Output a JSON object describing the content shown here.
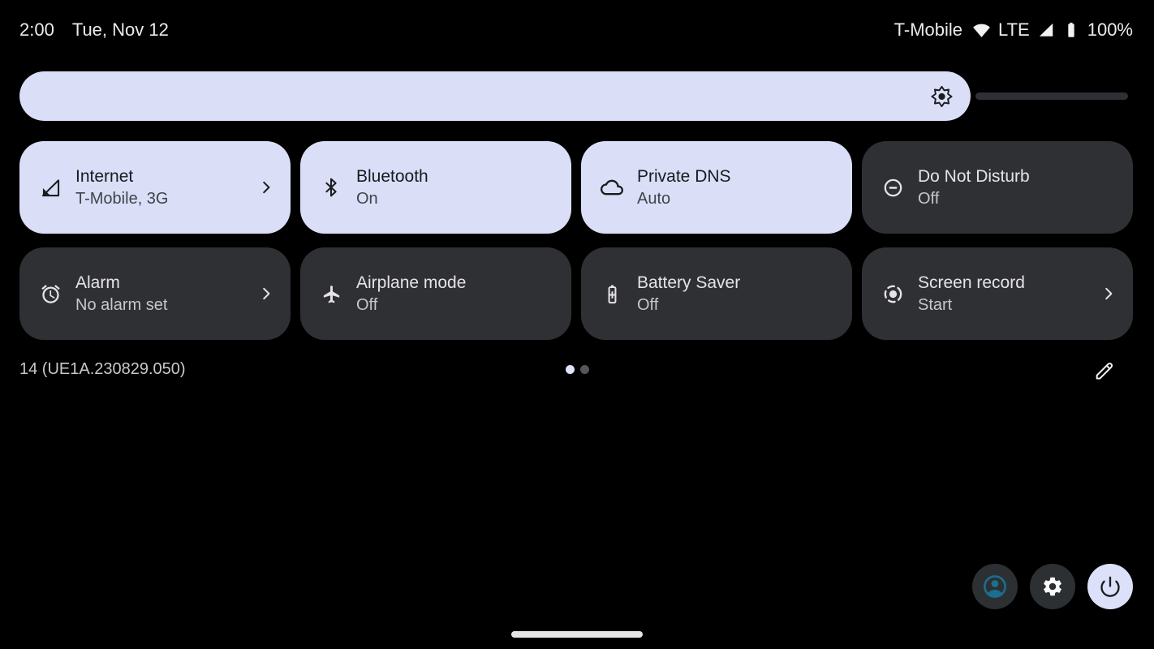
{
  "status_bar": {
    "time": "2:00",
    "date": "Tue, Nov 12",
    "carrier": "T-Mobile",
    "network_type": "LTE",
    "battery_percent": "100%"
  },
  "brightness_slider": {
    "value_ratio": 0.87,
    "icon": "brightness-icon"
  },
  "tiles": [
    {
      "title": "Internet",
      "subtitle": "T-Mobile, 3G",
      "state": "on",
      "icon": "cellular-signal-icon",
      "chevron": true
    },
    {
      "title": "Bluetooth",
      "subtitle": "On",
      "state": "on",
      "icon": "bluetooth-icon",
      "chevron": false
    },
    {
      "title": "Private DNS",
      "subtitle": "Auto",
      "state": "on",
      "icon": "cloud-icon",
      "chevron": false
    },
    {
      "title": "Do Not Disturb",
      "subtitle": "Off",
      "state": "off",
      "icon": "do-not-disturb-icon",
      "chevron": false
    },
    {
      "title": "Alarm",
      "subtitle": "No alarm set",
      "state": "off",
      "icon": "alarm-clock-icon",
      "chevron": true
    },
    {
      "title": "Airplane mode",
      "subtitle": "Off",
      "state": "off",
      "icon": "airplane-icon",
      "chevron": false
    },
    {
      "title": "Battery Saver",
      "subtitle": "Off",
      "state": "off",
      "icon": "battery-plus-icon",
      "chevron": false
    },
    {
      "title": "Screen record",
      "subtitle": "Start",
      "state": "off",
      "icon": "record-icon",
      "chevron": true
    }
  ],
  "footer": {
    "build_number": "14 (UE1A.230829.050)",
    "page_count": 2,
    "active_page": 1,
    "edit_icon": "pencil-icon"
  },
  "bottom_buttons": {
    "user": "user-avatar-icon",
    "settings": "gear-icon",
    "power": "power-icon"
  },
  "colors": {
    "background": "#000000",
    "tile_active": "#dadff7",
    "tile_inactive": "#2f3034",
    "slider_fill": "#dadff7",
    "slider_track": "#2e3035",
    "avatar_accent": "#1b6f90",
    "status_text": "#ebebed"
  }
}
